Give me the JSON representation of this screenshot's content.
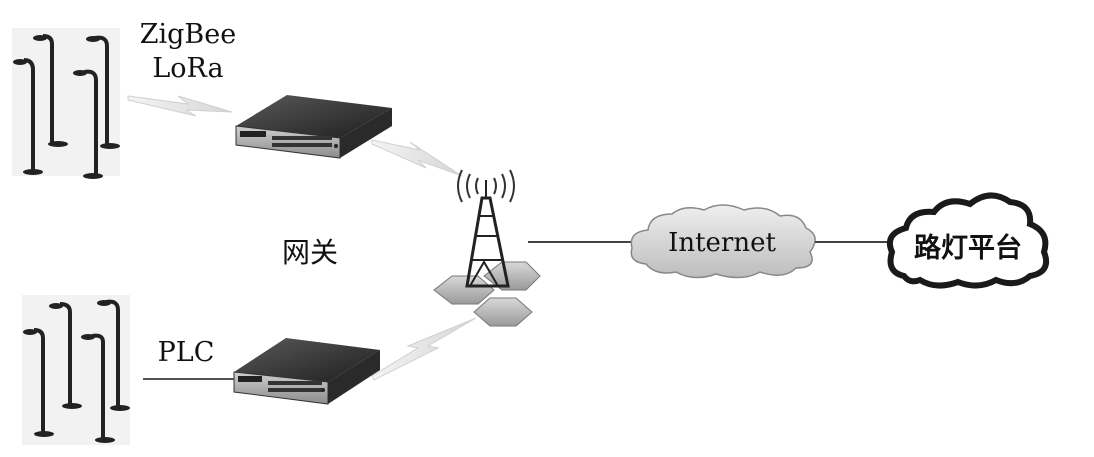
{
  "labels": {
    "protocol_line1": "ZigBee",
    "protocol_line2": "LoRa",
    "gateway": "网关",
    "plc": "PLC",
    "internet": "Internet",
    "platform": "路灯平台"
  },
  "icons": {
    "streetlights_top": "streetlight-cluster-icon",
    "streetlights_bottom": "streetlight-cluster-icon",
    "gateway_top": "gateway-device-icon",
    "gateway_bottom": "gateway-device-icon",
    "tower": "cell-tower-icon",
    "internet": "cloud-icon",
    "platform": "cloud-icon"
  }
}
